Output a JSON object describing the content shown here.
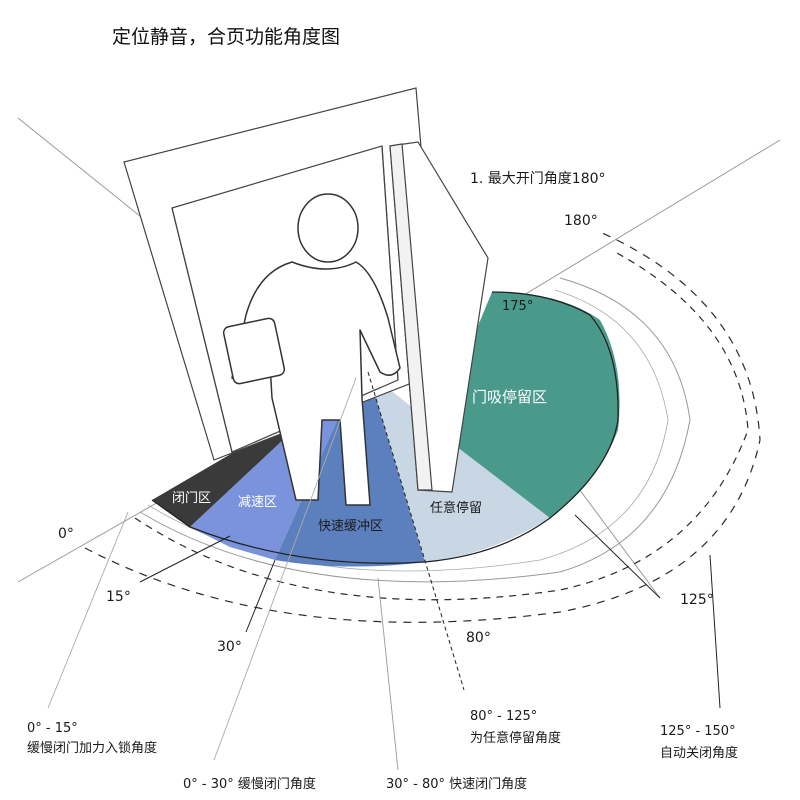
{
  "title": "定位静音，合页功能角度图",
  "max_angle_note": "1. 最大开门角度180°",
  "angle_ticks": {
    "a180": "180°",
    "a175": "175°",
    "a125": "125°",
    "a80": "80°",
    "a30": "30°",
    "a15": "15°",
    "a0": "0°"
  },
  "zones": {
    "door_stop": "门吸停留区",
    "free_stop": "任意停留",
    "fast_buffer": "快速缓冲区",
    "decelerate": "减速区",
    "closing": "闭门区"
  },
  "descriptions": {
    "d1_range": "0° - 15°",
    "d1_text": "缓慢闭门加力入锁角度",
    "d2": "0° - 30°  缓慢闭门角度",
    "d3": "30° - 80° 快速闭门角度",
    "d4_range": "80° - 125°",
    "d4_text": "为任意停留角度",
    "d5_range": "125° - 150°",
    "d5_text": "自动关闭角度"
  },
  "colors": {
    "door_stop": "#4a9a8c",
    "free_stop": "#c9d6e4",
    "fast_buffer": "#5b80bd",
    "decelerate": "#7b93dc",
    "closing": "#3a3a3a"
  }
}
